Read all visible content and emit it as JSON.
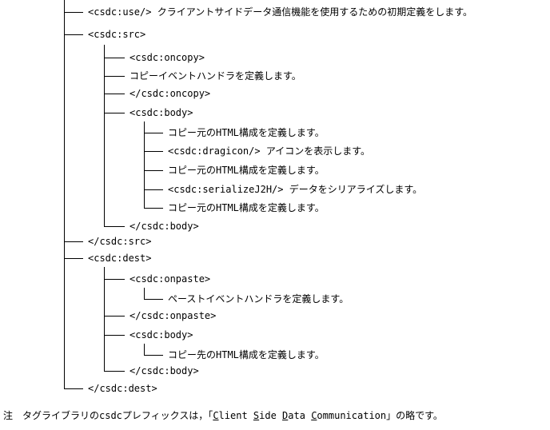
{
  "tree": [
    {
      "text": "<csdc:use/> クライアントサイドデータ通信機能を使用するための初期定義をします。"
    },
    {
      "text": "<csdc:src>"
    },
    {
      "text": "<csdc:oncopy>"
    },
    {
      "text": "コピーイベントハンドラを定義します。"
    },
    {
      "text": "</csdc:oncopy>"
    },
    {
      "text": "<csdc:body>"
    },
    {
      "text": "コピー元のHTML構成を定義します。"
    },
    {
      "text": "<csdc:dragicon/> アイコンを表示します。"
    },
    {
      "text": "コピー元のHTML構成を定義します。"
    },
    {
      "text": "<csdc:serializeJ2H/> データをシリアライズします。"
    },
    {
      "text": "コピー元のHTML構成を定義します。"
    },
    {
      "text": "</csdc:body>"
    },
    {
      "text": "</csdc:src>"
    },
    {
      "text": "<csdc:dest>"
    },
    {
      "text": "<csdc:onpaste>"
    },
    {
      "text": "ペーストイベントハンドラを定義します。"
    },
    {
      "text": "</csdc:onpaste>"
    },
    {
      "text": "<csdc:body>"
    },
    {
      "text": "コピー先のHTML構成を定義します。"
    },
    {
      "text": "</csdc:body>"
    },
    {
      "text": "</csdc:dest>"
    }
  ],
  "note": {
    "prefix": "注　タグライブラリのcsdcプレフィックスは，「",
    "c1": "C",
    "c1rest": "lient ",
    "s1": "S",
    "s1rest": "ide ",
    "d1": "D",
    "d1rest": "ata ",
    "m1": "C",
    "m1rest": "ommunication",
    "suffix": "」の略です。"
  }
}
